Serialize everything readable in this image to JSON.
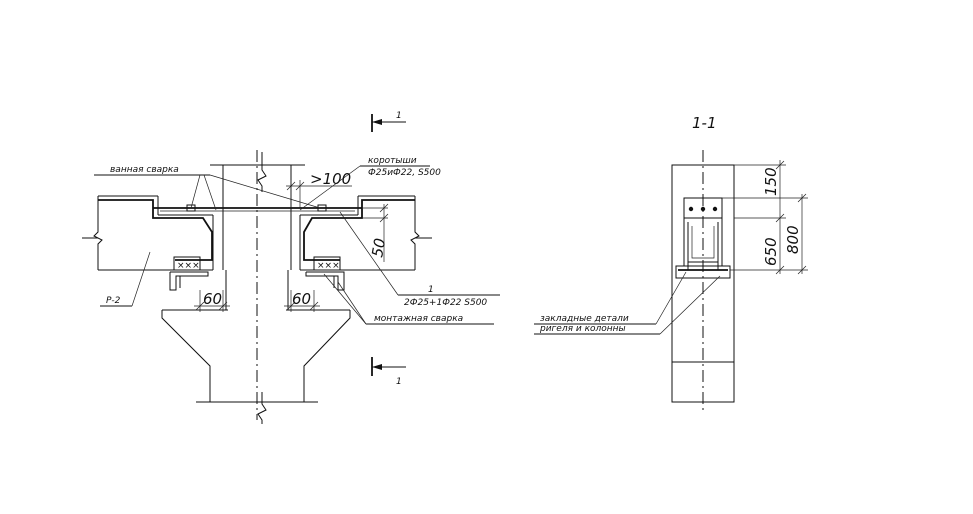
{
  "left_view": {
    "section_mark_top": "1",
    "section_mark_bottom": "1",
    "label_bath_weld": "ванная сварка",
    "label_short_bars": "коротыши",
    "label_short_bars_spec": "Ф25иФ22, S500",
    "dim_overlap": ">100",
    "dim_50": "50",
    "dim_60_left": "60",
    "dim_60_right": "60",
    "label_beam": "Р-2",
    "label_rebar_num": "1",
    "label_rebar_spec": "2Ф25+1Ф22 S500",
    "label_mount_weld": "монтажная сварка",
    "weld_marks_left": "×××",
    "weld_marks_right": "×××"
  },
  "right_view": {
    "section_title": "1-1",
    "dim_150": "150",
    "dim_650": "650",
    "dim_800": "800",
    "label_embedded_1": "закладные детали",
    "label_embedded_2": "ригеля и колонны"
  }
}
